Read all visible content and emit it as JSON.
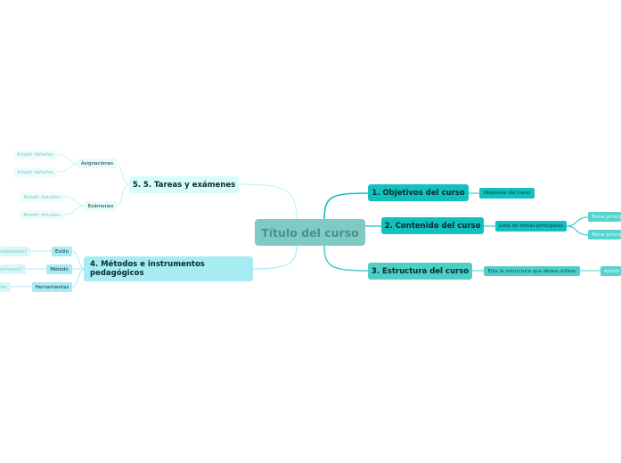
{
  "central": {
    "title": "Título del curso"
  },
  "branches": {
    "objetivos": {
      "label": "1. Objetivos del curso",
      "child": "Objetivos del curso"
    },
    "contenido": {
      "label": "2. Contenido del curso",
      "child": "Lista de temas principales",
      "leaves": [
        "Tema principal",
        "Tema principal"
      ]
    },
    "estructura": {
      "label": "3. Estructura del curso",
      "child": "Elija la estructura que desea utilizar",
      "leaf": "Añadir detalles"
    },
    "metodos": {
      "label": "4. Métodos e instrumentos pedagógicos",
      "children": [
        {
          "label": "Estilo",
          "leaf": "¿Cuál es su estilo de enseñanza?"
        },
        {
          "label": "Método",
          "leaf": "¿Cuál es su método de enseñanza?"
        },
        {
          "label": "Herramientas",
          "leaf": "Añadir detalles"
        }
      ]
    },
    "tareas": {
      "label": "5. 5. Tareas y exámenes",
      "children": [
        {
          "label": "Asignaciones",
          "leaves": [
            "Añadir detalles",
            "Añadir detalles"
          ]
        },
        {
          "label": "Exámenes",
          "leaves": [
            "Añadir detalles",
            "Añadir detalles"
          ]
        }
      ]
    }
  },
  "colors": {
    "central": "#7fcac4",
    "teal": "#12c0be",
    "teal_light": "#4dcfc8",
    "pale": "#d8fcfb",
    "cyan": "#a6ecf2"
  }
}
